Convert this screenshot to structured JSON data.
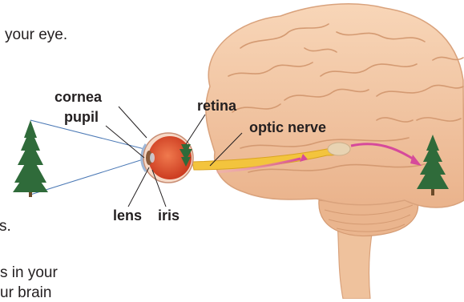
{
  "text_fragments": {
    "line_1": "your eye.",
    "line_2": "s.",
    "line_3": "s in your",
    "line_4": "ur brain"
  },
  "labels": {
    "cornea": "cornea",
    "pupil": "pupil",
    "retina": "retina",
    "optic_nerve": "optic nerve",
    "lens": "lens",
    "iris": "iris"
  },
  "colors": {
    "brain": "#f4c7a2",
    "brain_outline": "#d9a27c",
    "eyeball": "#e8532f",
    "nerve": "#f3c43d",
    "signal_arrow": "#d64a9b",
    "light_rays": "#4a78b5",
    "tree": "#2f6b3a",
    "label_text": "#231f20"
  }
}
